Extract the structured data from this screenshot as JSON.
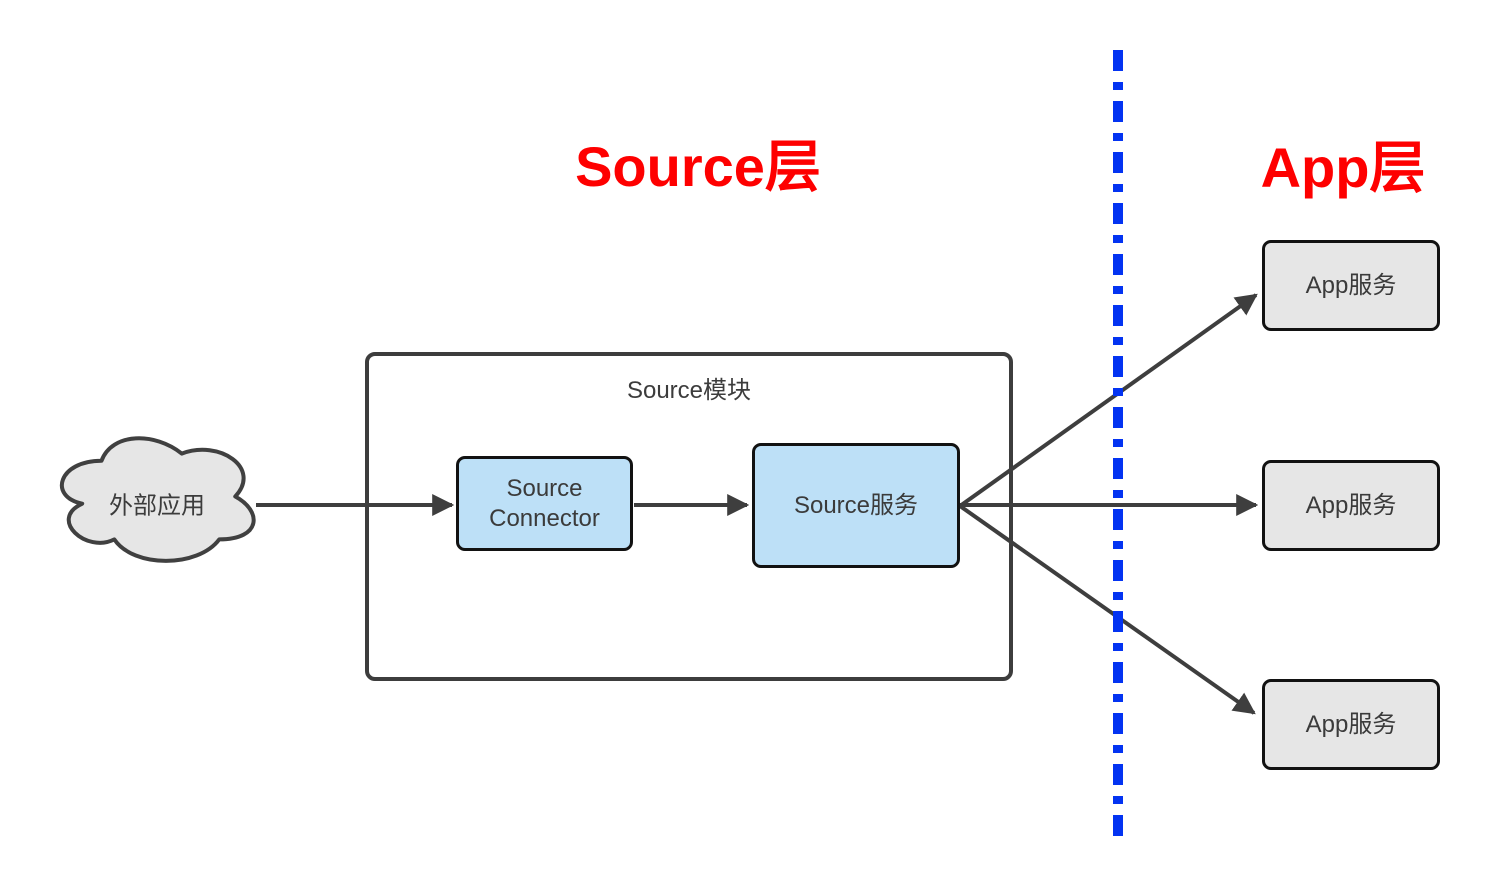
{
  "titles": {
    "source_layer": "Source层",
    "app_layer": "App层"
  },
  "nodes": {
    "external_app": {
      "label": "外部应用"
    },
    "source_module": {
      "label": "Source模块"
    },
    "source_connector": {
      "label": "Source Connector"
    },
    "source_service": {
      "label": "Source服务"
    },
    "app_services": [
      {
        "label": "App服务"
      },
      {
        "label": "App服务"
      },
      {
        "label": "App服务"
      }
    ]
  },
  "edges": [
    {
      "from": "external_app",
      "to": "source_connector"
    },
    {
      "from": "source_connector",
      "to": "source_service"
    },
    {
      "from": "source_service",
      "to": "app_services.0"
    },
    {
      "from": "source_service",
      "to": "app_services.1"
    },
    {
      "from": "source_service",
      "to": "app_services.2"
    }
  ],
  "colors": {
    "layer_title_red": "#fe0000",
    "divider_blue": "#0333f2",
    "node_blue_fill": "#bde0f7",
    "node_gray_fill": "#e6e6e6",
    "arrow_gray": "#3e3e3e",
    "box_border_dark": "#121212",
    "module_border": "#3d3d3d"
  }
}
